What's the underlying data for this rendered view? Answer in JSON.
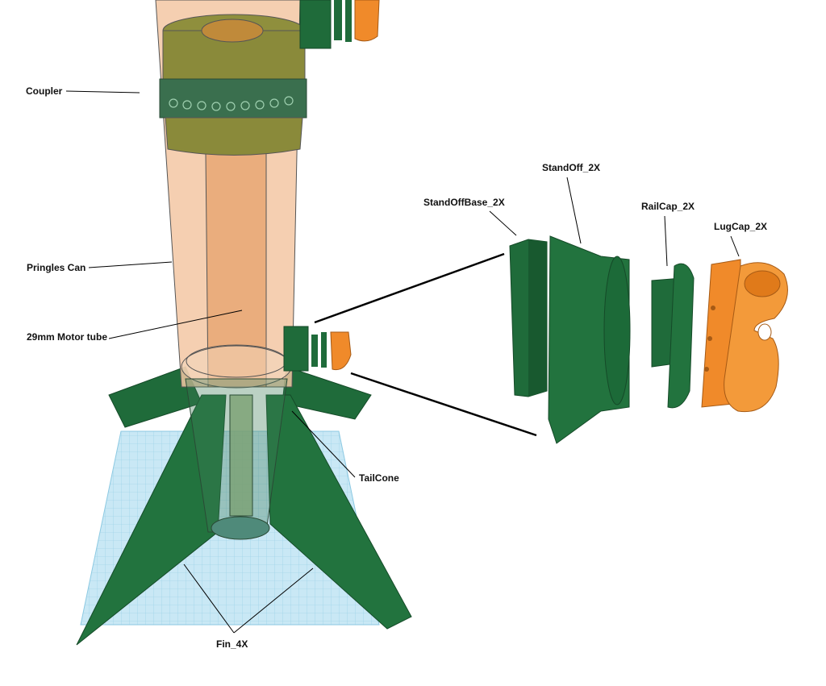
{
  "labels": {
    "coupler": "Coupler",
    "pringles_can": "Pringles Can",
    "motor_tube": "29mm Motor tube",
    "tail_cone": "TailCone",
    "fin": "Fin_4X",
    "standoff_base": "StandOffBase_2X",
    "standoff": "StandOff_2X",
    "rail_cap": "RailCap_2X",
    "lug_cap": "LugCap_2X"
  },
  "colors": {
    "fin_green": "#1f6b3a",
    "can_orange": "#f3c7a3",
    "motor_tube": "#e9a978",
    "coupler_olive": "#8a8a3a",
    "lug_orange": "#f08a2a",
    "grid_blue": "#bfe3f3"
  }
}
